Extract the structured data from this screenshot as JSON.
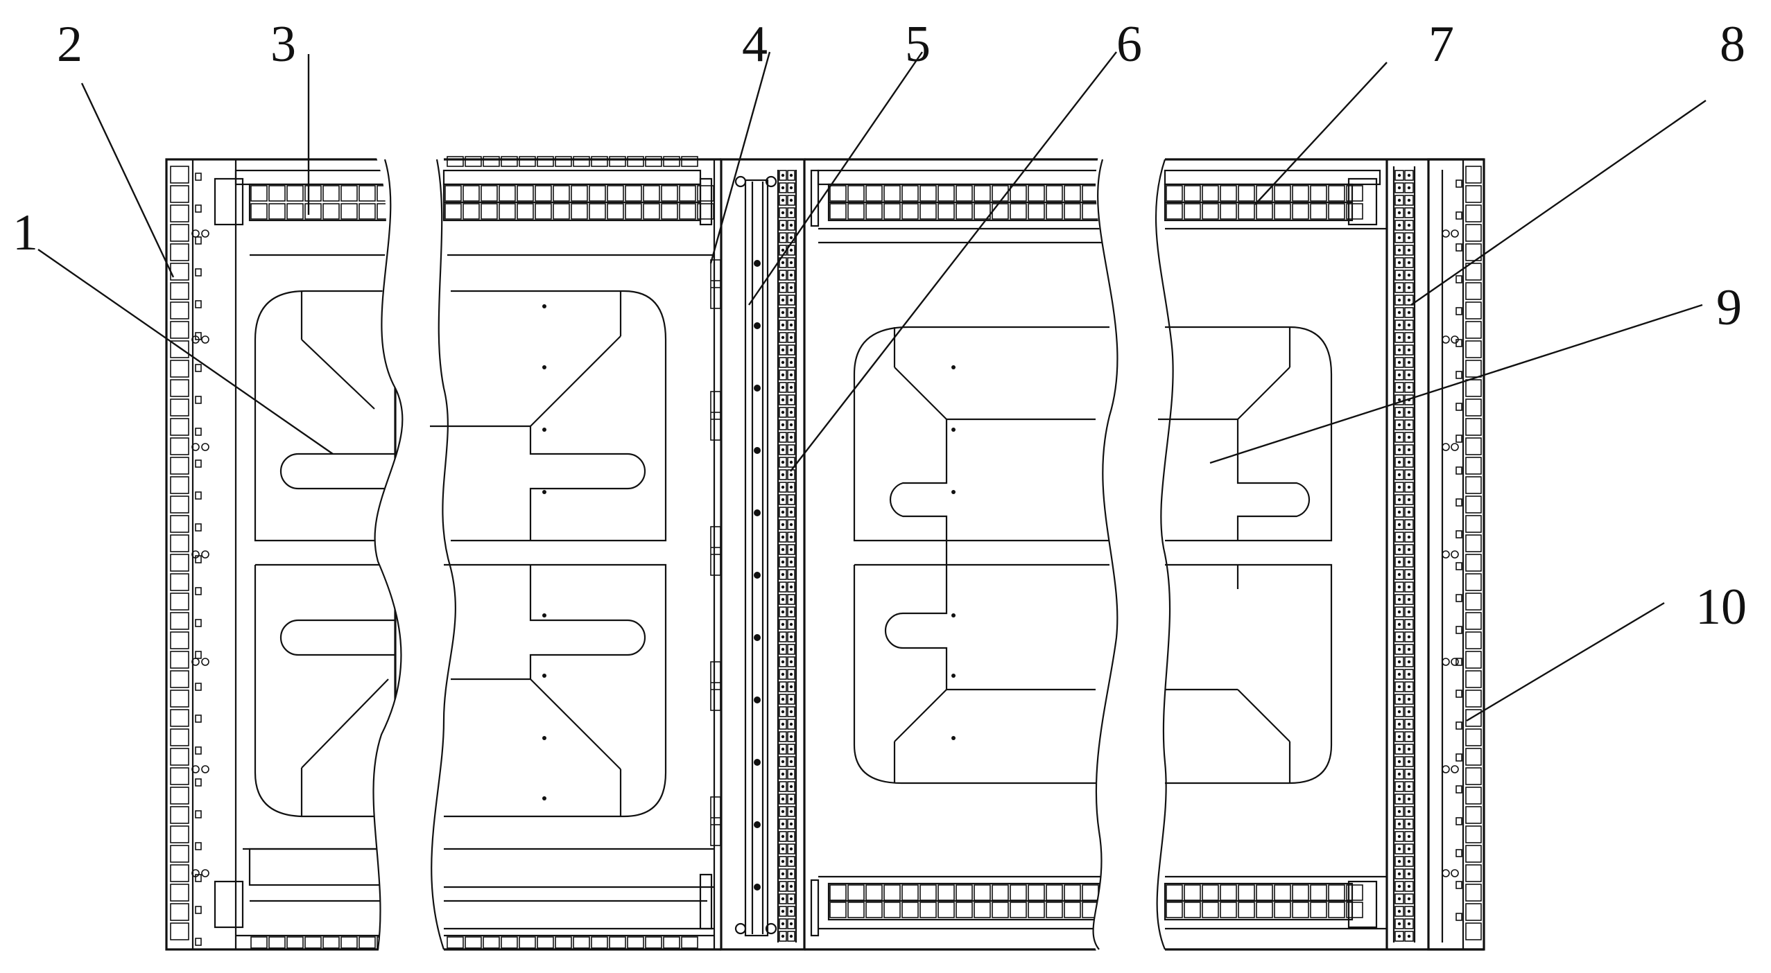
{
  "diagram": {
    "callouts": [
      {
        "id": "1",
        "text": "1"
      },
      {
        "id": "2",
        "text": "2"
      },
      {
        "id": "3",
        "text": "3"
      },
      {
        "id": "4",
        "text": "4"
      },
      {
        "id": "5",
        "text": "5"
      },
      {
        "id": "6",
        "text": "6"
      },
      {
        "id": "7",
        "text": "7"
      },
      {
        "id": "8",
        "text": "8"
      },
      {
        "id": "9",
        "text": "9"
      },
      {
        "id": "10",
        "text": "10"
      }
    ],
    "colors": {
      "line": "#111111",
      "background": "#ffffff"
    }
  }
}
